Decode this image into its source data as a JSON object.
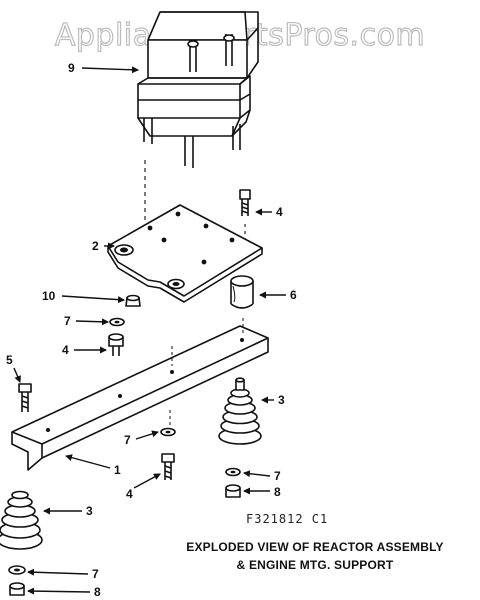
{
  "watermark": "AppliancePartsPros.com",
  "callouts": {
    "c1": "1",
    "c2": "2",
    "c3a": "3",
    "c3b": "3",
    "c4a": "4",
    "c4b": "4",
    "c4c": "4",
    "c5": "5",
    "c6": "6",
    "c7a": "7",
    "c7b": "7",
    "c7c": "7",
    "c7d": "7",
    "c8a": "8",
    "c8b": "8",
    "c9": "9",
    "c10": "10"
  },
  "figure_code": "F321812 C1",
  "caption": {
    "line1": "EXPLODED VIEW OF REACTOR ASSEMBLY",
    "line2": "& ENGINE MTG. SUPPORT"
  }
}
